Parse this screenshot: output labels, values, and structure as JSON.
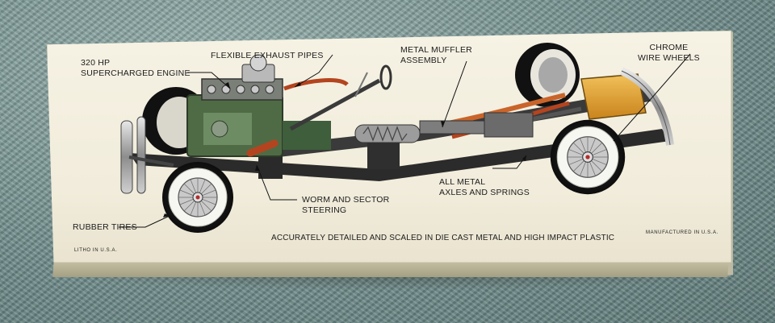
{
  "labels": {
    "engine": [
      "320 HP",
      "SUPERCHARGED ENGINE"
    ],
    "exhaust": "FLEXIBLE EXHAUST PIPES",
    "muffler": [
      "METAL MUFFLER",
      "ASSEMBLY"
    ],
    "wheels": [
      "CHROME",
      "WIRE WHEELS"
    ],
    "steering": [
      "WORM AND SECTOR",
      "STEERING"
    ],
    "axles": [
      "ALL METAL",
      "AXLES AND SPRINGS"
    ],
    "tires": "RUBBER TIRES",
    "tagline": "ACCURATELY DETAILED AND SCALED IN DIE CAST METAL AND HIGH IMPACT PLASTIC",
    "litho": "LITHO IN U.S.A.",
    "manufactured": "MANUFACTURED IN U.S.A."
  },
  "colors": {
    "box": "#f3eedf",
    "frame": "#2b2b2b",
    "engine_green": "#4f6b45",
    "exhaust_red": "#b4441f",
    "fuel_tank": "#e4a52d",
    "whitewall": "#f7f7f2",
    "carpet": "#7f9a99"
  },
  "icons": [
    "chassis-illustration",
    "wire-wheel-icon"
  ]
}
